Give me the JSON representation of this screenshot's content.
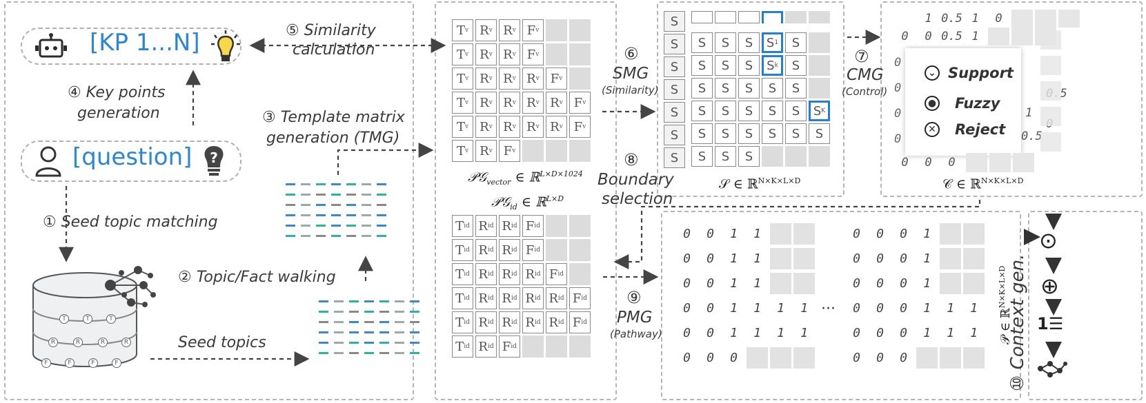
{
  "left": {
    "kp_text": "[KP 1...N]",
    "question_text": "[question]",
    "step1": "① Seed topic matching",
    "step2": "② Topic/Fact walking",
    "step3a": "③ Template matrix",
    "step3b": "generation (TMG)",
    "step4a": "④ Key points",
    "step4b": "generation",
    "step5a": "⑤ Similarity",
    "step5b": "calculation",
    "seed_topics": "Seed topics",
    "db_letters": [
      "T",
      "R",
      "F"
    ]
  },
  "pg": {
    "vector_rows": [
      [
        "T",
        "R",
        "R",
        "F"
      ],
      [
        "T",
        "R",
        "R",
        "F"
      ],
      [
        "T",
        "R",
        "R",
        "R",
        "F"
      ],
      [
        "T",
        "R",
        "R",
        "R",
        "R",
        "F"
      ],
      [
        "T",
        "R",
        "R",
        "R",
        "R",
        "F"
      ],
      [
        "T",
        "R",
        "F"
      ]
    ],
    "vector_sub": "v",
    "vector_label": "PG_vector ∈ ℝ^(L×D×1024)",
    "vector_label_main": "𝒫𝒢",
    "vector_label_sub": "vector",
    "vector_label_set": "∈ ℝ",
    "vector_label_sup": "L×D×1024",
    "id_label_main": "𝒫𝒢",
    "id_label_sub": "id",
    "id_label_set": "∈ ℝ",
    "id_label_sup": "L×D",
    "id_rows": [
      [
        "T",
        "R",
        "R",
        "F"
      ],
      [
        "T",
        "R",
        "R",
        "F"
      ],
      [
        "T",
        "R",
        "R",
        "R",
        "F"
      ],
      [
        "T",
        "R",
        "R",
        "R",
        "R",
        "F"
      ],
      [
        "T",
        "R",
        "R",
        "R",
        "R",
        "F"
      ],
      [
        "T",
        "R",
        "F"
      ]
    ],
    "id_sub": "id"
  },
  "smg": {
    "step6": "⑥",
    "name": "SMG",
    "detail": "(Similarity)",
    "cell": "S",
    "label_main": "𝒮",
    "label_set": "∈ ℝ",
    "label_sup": "N×K×L×D",
    "row_counts": [
      3,
      5,
      5,
      5,
      6,
      6,
      3
    ],
    "highlight_subs": [
      "1",
      "k",
      "K"
    ]
  },
  "cmg": {
    "step7": "⑦",
    "name": "CMG",
    "detail": "(Control)",
    "options": [
      {
        "icon": "⌄",
        "label": "Support"
      },
      {
        "icon": "●",
        "label": "Fuzzy"
      },
      {
        "icon": "✕",
        "label": "Reject"
      }
    ],
    "top_row": [
      "1",
      "0.5",
      "1",
      "0"
    ],
    "second_row": [
      "0",
      "0",
      "0.5",
      "1"
    ],
    "left_col": [
      "0",
      "0",
      "0",
      "0"
    ],
    "bottom_row": [
      "0",
      "0",
      "0"
    ],
    "right_vals": [
      "0.5",
      "1",
      "0",
      "0.5"
    ],
    "label_main": "𝒞",
    "label_set": "∈ ℝ",
    "label_sup": "N×K×L×D"
  },
  "boundary": {
    "step8": "⑧",
    "text_a": "Boundary",
    "text_b": "selection"
  },
  "pmg": {
    "step9": "⑨",
    "name": "PMG",
    "detail": "(Pathway)",
    "left_rows": [
      [
        "0",
        "0",
        "1",
        "1"
      ],
      [
        "0",
        "0",
        "1",
        "1"
      ],
      [
        "0",
        "0",
        "1",
        "1"
      ],
      [
        "0",
        "0",
        "1",
        "1",
        "1",
        "1"
      ],
      [
        "0",
        "0",
        "1",
        "1",
        "1",
        "1"
      ],
      [
        "0",
        "0",
        "0"
      ]
    ],
    "right_rows": [
      [
        "0",
        "0",
        "0",
        "1"
      ],
      [
        "0",
        "0",
        "0",
        "1"
      ],
      [
        "0",
        "0",
        "0",
        "1"
      ],
      [
        "0",
        "0",
        "0",
        "1",
        "1",
        "1"
      ],
      [
        "0",
        "0",
        "0",
        "1",
        "1",
        "1"
      ],
      [
        "0",
        "0",
        "0"
      ]
    ],
    "ellipsis": "···",
    "label_main": "𝒫",
    "label_set": "∈ ℝ",
    "label_sup": "N×K×L×D"
  },
  "context": {
    "step10": "⑩",
    "text": "Context gen.",
    "icons": [
      "⊙",
      "⊕",
      "1☰"
    ]
  }
}
